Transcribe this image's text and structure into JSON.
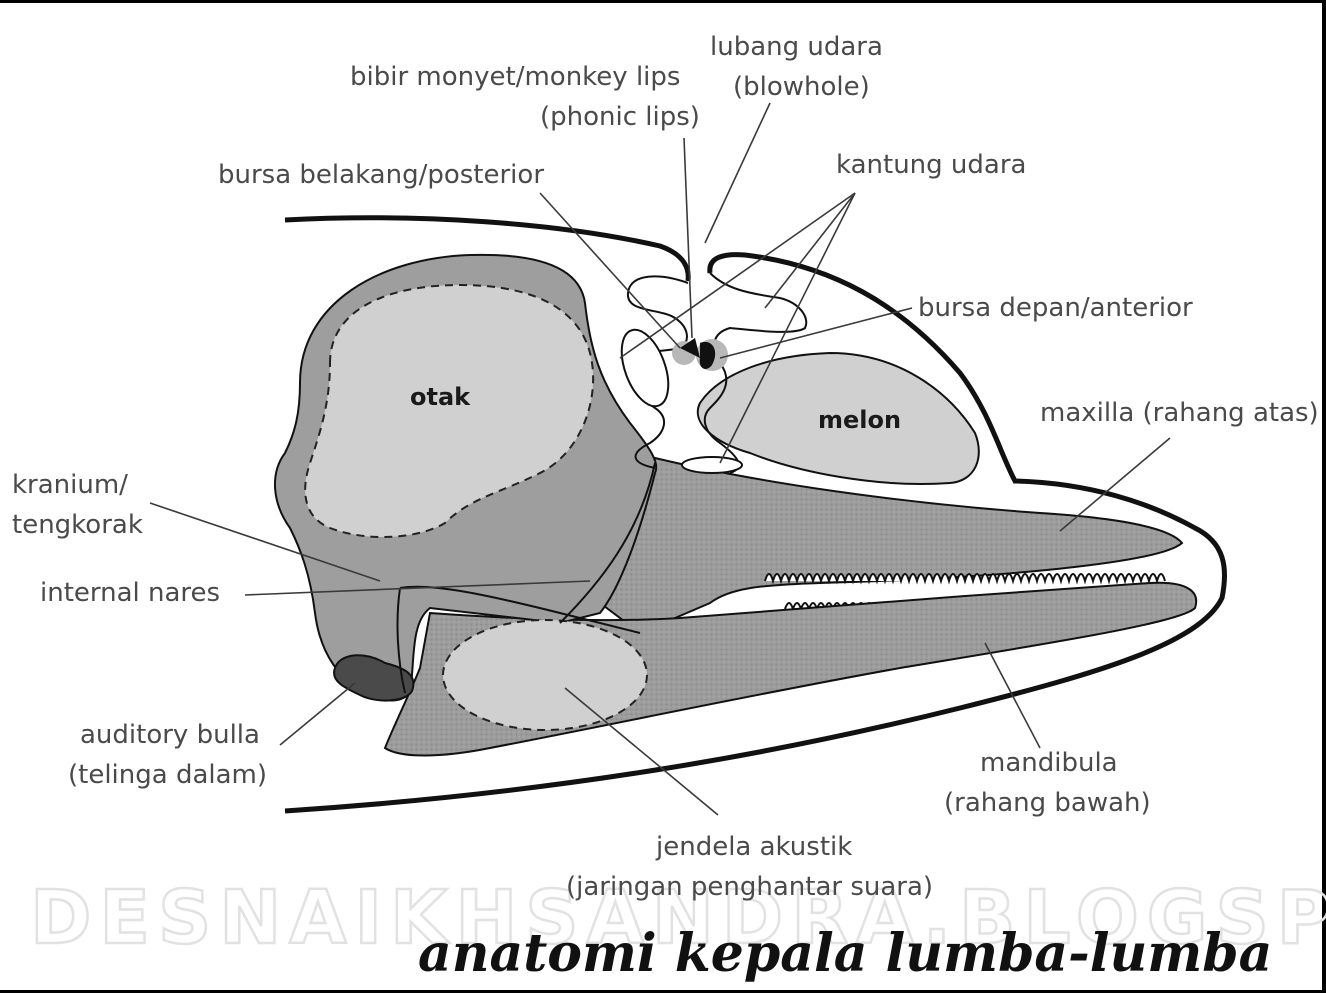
{
  "diagram": {
    "title": "anatomi kepala lumba-lumba",
    "watermark": "DESNAIKHSANDRA.BLOGSPOT.COM",
    "inner_labels": {
      "brain": "otak",
      "melon": "melon"
    },
    "callouts": {
      "blowhole_line1": "lubang udara",
      "blowhole_line2": "(blowhole)",
      "phonic_lips_line1": "bibir monyet/monkey lips",
      "phonic_lips_line2": "(phonic lips)",
      "posterior_bursa": "bursa belakang/posterior",
      "air_sacs": "kantung udara",
      "anterior_bursa": "bursa depan/anterior",
      "maxilla": "maxilla (rahang atas)",
      "cranium_line1": "kranium/",
      "cranium_line2": "tengkorak",
      "internal_nares": "internal nares",
      "auditory_bulla_line1": "auditory bulla",
      "auditory_bulla_line2": "(telinga dalam)",
      "mandible_line1": "mandibula",
      "mandible_line2": "(rahang bawah)",
      "acoustic_window_line1": "jendela akustik",
      "acoustic_window_line2": "(jaringan penghantar suara)"
    },
    "colors": {
      "skull_fill": "#9e9e9e",
      "soft_fill": "#d0d0d0",
      "bulla_fill": "#4a4a4a",
      "outline": "#111111",
      "label_text": "#4a4a4a"
    }
  }
}
